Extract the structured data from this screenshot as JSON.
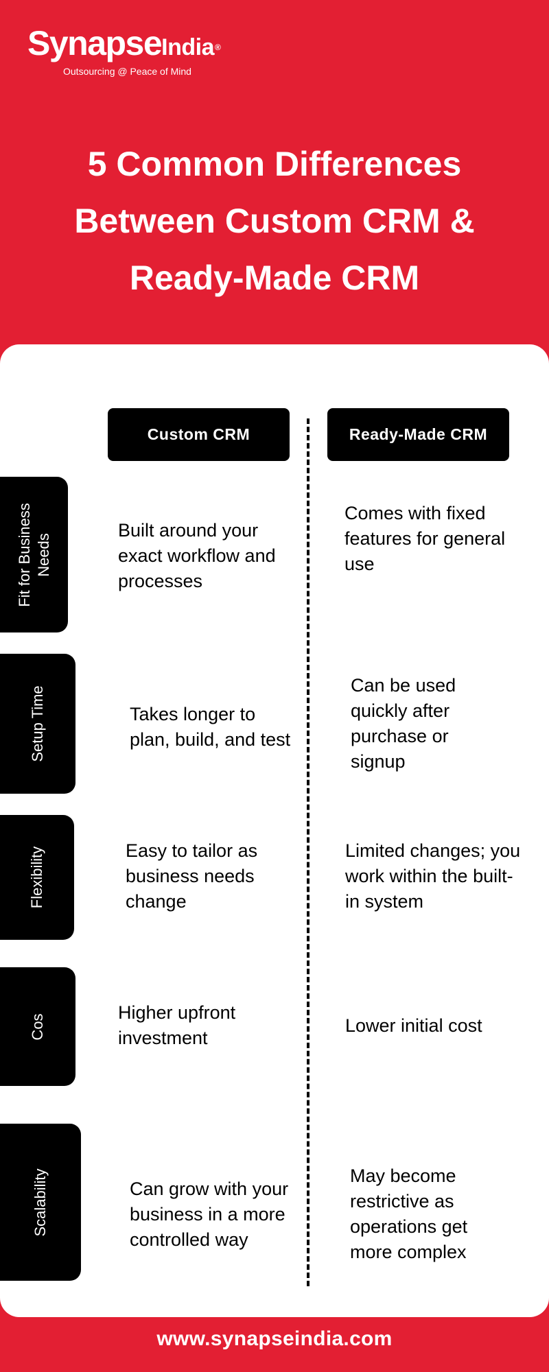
{
  "brand": {
    "name_main": "Synapse",
    "name_sub": "India",
    "registered": "®",
    "tagline": "Outsourcing @ Peace of Mind"
  },
  "title": "5 Common Differences Between Custom CRM & Ready-Made CRM",
  "columns": {
    "custom": "Custom CRM",
    "readymade": "Ready-Made CRM"
  },
  "rows": [
    {
      "label": "Fit for Business\nNeeds",
      "custom": "Built around your exact workflow and processes",
      "readymade": "Comes with fixed features for general use"
    },
    {
      "label": "Setup Time",
      "custom": "Takes longer to plan, build, and test",
      "readymade": "Can be used quickly after purchase or signup"
    },
    {
      "label": "Flexibility",
      "custom": "Easy to tailor as business needs change",
      "readymade": "Limited changes; you work within the built-in system"
    },
    {
      "label": "Cos",
      "custom": "Higher upfront investment",
      "readymade": "Lower initial cost"
    },
    {
      "label": "Scalability",
      "custom": "Can grow with your business in a more controlled way",
      "readymade": "May become restrictive as operations get more complex"
    }
  ],
  "footer": {
    "url": "www.synapseindia.com"
  },
  "colors": {
    "brand_red": "#e31f33",
    "black": "#000000",
    "white": "#ffffff"
  }
}
